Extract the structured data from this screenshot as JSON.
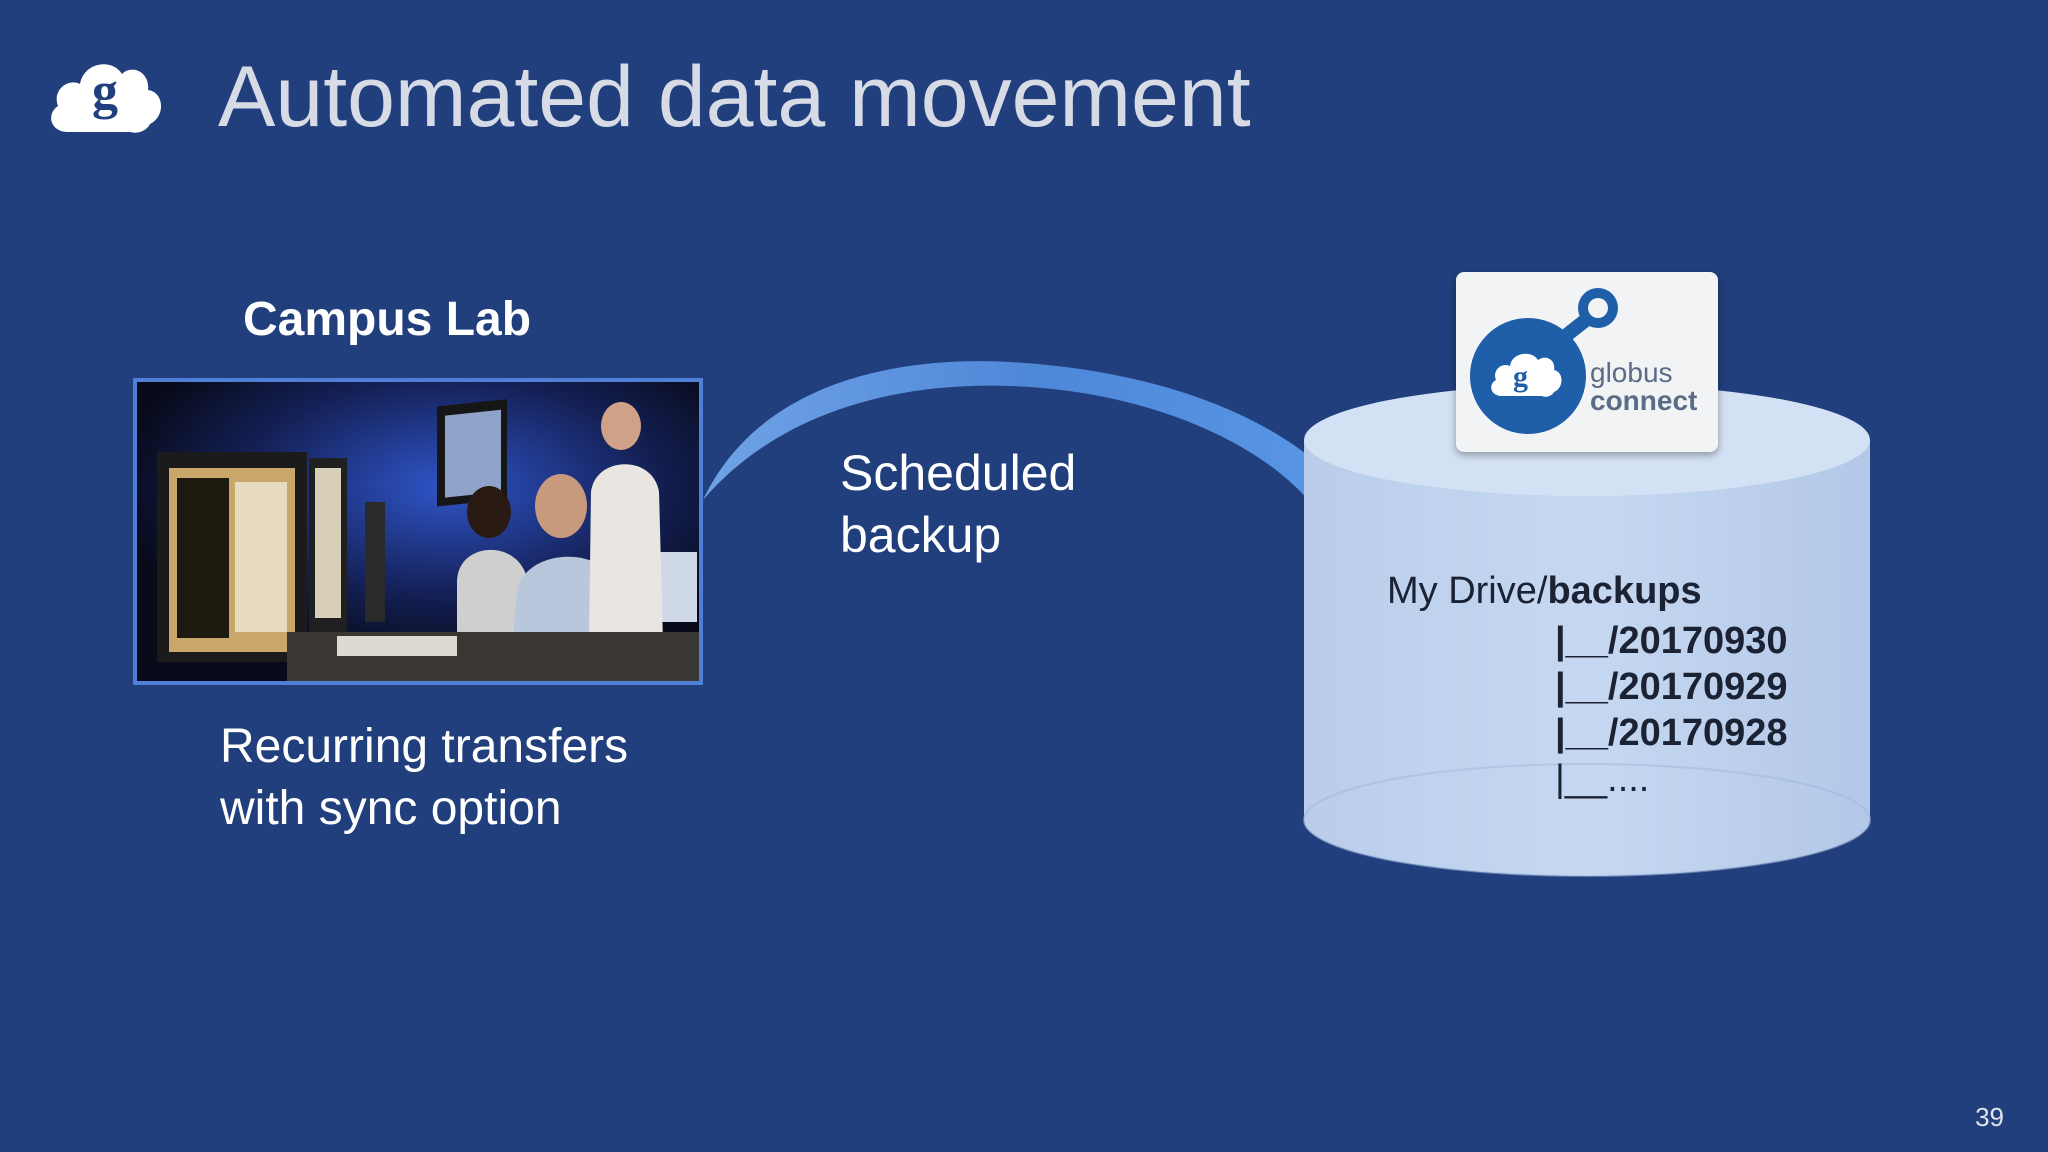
{
  "slide": {
    "title": "Automated data movement",
    "page_number": "39"
  },
  "source": {
    "heading": "Campus Lab",
    "caption_line1": "Recurring transfers",
    "caption_line2": "with sync option"
  },
  "transfer": {
    "label_line1": "Scheduled",
    "label_line2": "backup"
  },
  "destination": {
    "badge_word1": "globus",
    "badge_word2": "connect",
    "path_prefix": "My Drive/",
    "path_folder": "backups",
    "entries": [
      "|__/20170930",
      "|__/20170929",
      "|__/20170928",
      "|__...."
    ]
  },
  "colors": {
    "background": "#213f7c",
    "cylinder": "#c0d3ee",
    "arrow": "#5b95e0",
    "globus_blue": "#1f5ea8"
  }
}
